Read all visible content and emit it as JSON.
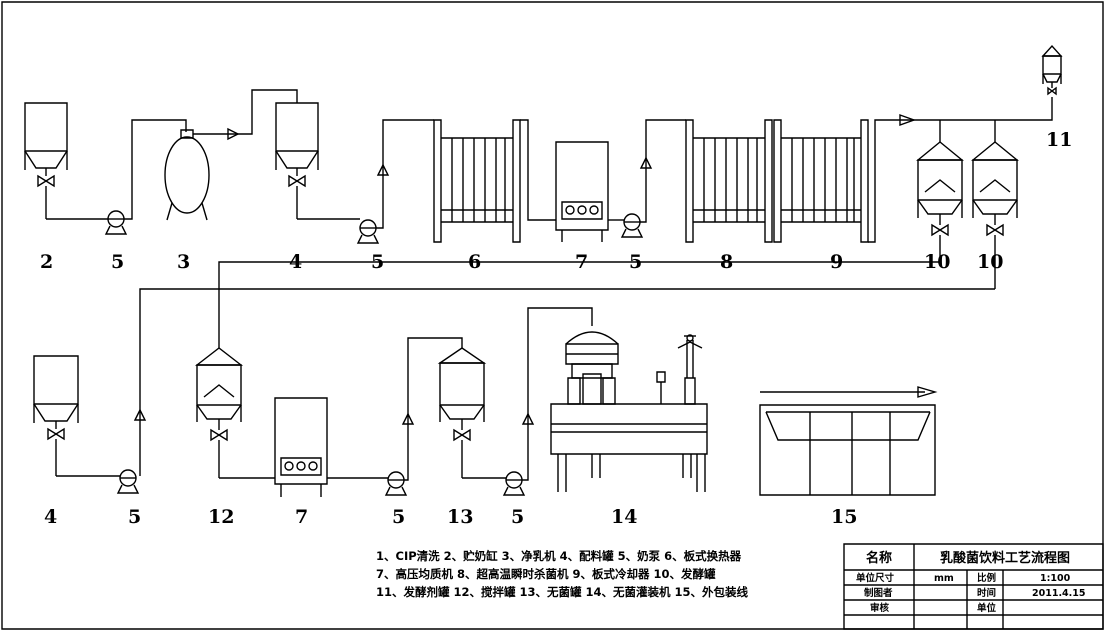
{
  "labels": {
    "l2": "2",
    "l5a": "5",
    "l3": "3",
    "l4a": "4",
    "l5b": "5",
    "l6": "6",
    "l7a": "7",
    "l5c": "5",
    "l8": "8",
    "l9": "9",
    "l10a": "10",
    "l10b": "10",
    "l11": "11",
    "l4b": "4",
    "l5d": "5",
    "l12": "12",
    "l7b": "7",
    "l5e": "5",
    "l13": "13",
    "l5f": "5",
    "l14": "14",
    "l15": "15"
  },
  "legend": {
    "line1": "1、CIP清洗 2、贮奶缸 3、净乳机 4、配料罐 5、奶泵 6、板式换热器",
    "line2": "7、高压均质机 8、超高温瞬时杀菌机 9、板式冷却器 10、发酵罐",
    "line3": "11、发酵剂罐 12、搅拌罐 13、无菌罐 14、无菌灌装机 15、外包装线"
  },
  "title_block": {
    "name_label": "名称",
    "name_value": "乳酸菌饮料工艺流程图",
    "unit_size_label": "单位尺寸",
    "unit_size_value": "mm",
    "scale_label": "比例",
    "scale_value": "1:100",
    "drafter_label": "制图者",
    "time_label": "时间",
    "time_value": "2011.4.15",
    "reviewer_label": "审核",
    "unit_label": "单位"
  }
}
